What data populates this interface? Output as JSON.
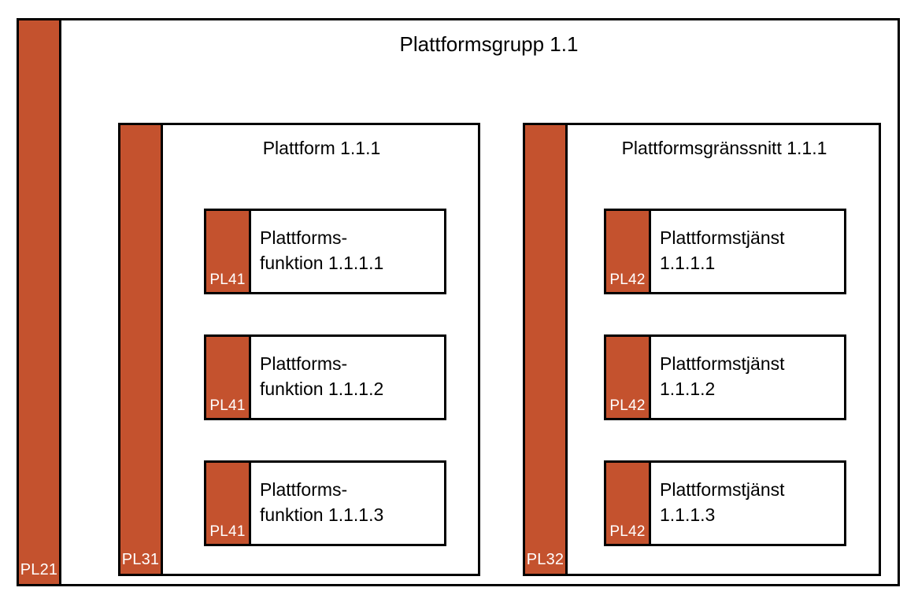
{
  "colors": {
    "accent_red": "#C4522E",
    "border": "#000000",
    "background": "#FFFFFF",
    "label_text": "#FFFFFF",
    "body_text": "#000000"
  },
  "group": {
    "title": "Plattformsgrupp 1.1",
    "tab_label": "PL21"
  },
  "panels": [
    {
      "id": "plattform",
      "title": "Plattform 1.1.1",
      "tab_label": "PL31",
      "items": [
        {
          "tab_label": "PL41",
          "text": "Plattforms-\nfunktion 1.1.1.1"
        },
        {
          "tab_label": "PL41",
          "text": "Plattforms-\nfunktion 1.1.1.2"
        },
        {
          "tab_label": "PL41",
          "text": "Plattforms-\nfunktion 1.1.1.3"
        }
      ]
    },
    {
      "id": "plattformsgranssnitt",
      "title": "Plattformsgränssnitt 1.1.1",
      "tab_label": "PL32",
      "items": [
        {
          "tab_label": "PL42",
          "text": "Plattformstjänst\n1.1.1.1"
        },
        {
          "tab_label": "PL42",
          "text": "Plattformstjänst\n1.1.1.2"
        },
        {
          "tab_label": "PL42",
          "text": "Plattformstjänst\n1.1.1.3"
        }
      ]
    }
  ]
}
